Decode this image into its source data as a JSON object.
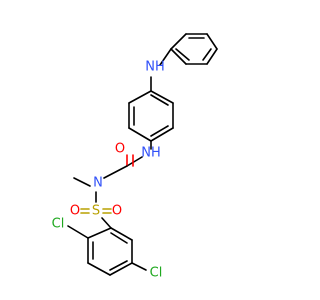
{
  "molecule": {
    "atoms": {
      "nh_top": "NH",
      "nh_amide": "NH",
      "o_amide": "O",
      "n_sulfonamide": "N",
      "s": "S",
      "o_sulfonyl_left": "O",
      "o_sulfonyl_right": "O",
      "cl_left": "Cl",
      "cl_right": "Cl"
    },
    "colors": {
      "carbon_bond": "#000000",
      "nitrogen": "#3050f8",
      "oxygen": "#ff0000",
      "sulfur": "#b8a000",
      "chlorine": "#1fa81f"
    }
  }
}
